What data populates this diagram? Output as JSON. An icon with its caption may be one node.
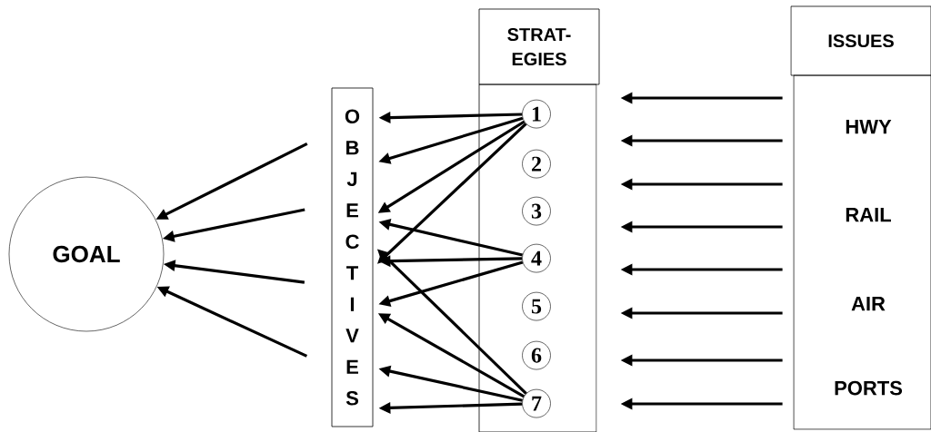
{
  "diagram": {
    "nodes": [
      {
        "text": [
          "GOAL"
        ]
      },
      {
        "text": [
          "OBJECTIVES"
        ]
      },
      {
        "text": [
          "STRAT- EGIES"
        ]
      },
      {
        "text": [],
        "shape": "box"
      },
      {
        "text": [
          "1"
        ],
        "in": 3
      },
      {
        "text": [
          "2"
        ],
        "in": 3
      },
      {
        "text": [
          "3"
        ],
        "in": 3
      },
      {
        "text": [
          "4"
        ],
        "in": 3
      },
      {
        "text": [
          "5"
        ],
        "in": 3
      },
      {
        "text": [
          "6"
        ],
        "in": 3
      },
      {
        "text": [
          "7"
        ],
        "in": 3
      },
      {
        "text": [
          "ISSUES"
        ]
      },
      {
        "text": [],
        "shape": "box"
      },
      {
        "text": [
          "HWY"
        ],
        "in": 12
      },
      {
        "text": [
          "RAIL"
        ],
        "in": 12
      },
      {
        "text": [
          "AIR"
        ],
        "in": 12
      },
      {
        "text": [
          "PORTS"
        ],
        "in": 12
      }
    ],
    "edges": [
      {
        "from": 1,
        "to": 0,
        "arrow": "to"
      },
      {
        "from": 1,
        "to": 0,
        "arrow": "to"
      },
      {
        "from": 1,
        "to": 0,
        "arrow": "to"
      },
      {
        "from": 1,
        "to": 0,
        "arrow": "to"
      },
      {
        "from": 12,
        "to": 3,
        "arrow": "to"
      },
      {
        "from": 12,
        "to": 3,
        "arrow": "to"
      },
      {
        "from": 12,
        "to": 3,
        "arrow": "to"
      },
      {
        "from": 12,
        "to": 3,
        "arrow": "to"
      },
      {
        "from": 12,
        "to": 3,
        "arrow": "to"
      },
      {
        "from": 12,
        "to": 3,
        "arrow": "to"
      },
      {
        "from": 12,
        "to": 3,
        "arrow": "to"
      },
      {
        "from": 12,
        "to": 3,
        "arrow": "to"
      },
      {
        "from": 4,
        "to": 1,
        "arrow": "to"
      },
      {
        "from": 4,
        "to": 1,
        "arrow": "to"
      },
      {
        "from": 4,
        "to": 1,
        "arrow": "to"
      },
      {
        "from": 4,
        "to": 1,
        "arrow": "to"
      },
      {
        "from": 7,
        "to": 1,
        "arrow": "to"
      },
      {
        "from": 7,
        "to": 1,
        "arrow": "to"
      },
      {
        "from": 7,
        "to": 1,
        "arrow": "to"
      },
      {
        "from": 10,
        "to": 1,
        "arrow": "to"
      },
      {
        "from": 10,
        "to": 1,
        "arrow": "to"
      },
      {
        "from": 10,
        "to": 1,
        "arrow": "to"
      },
      {
        "from": 10,
        "to": 1,
        "arrow": "to"
      }
    ]
  }
}
